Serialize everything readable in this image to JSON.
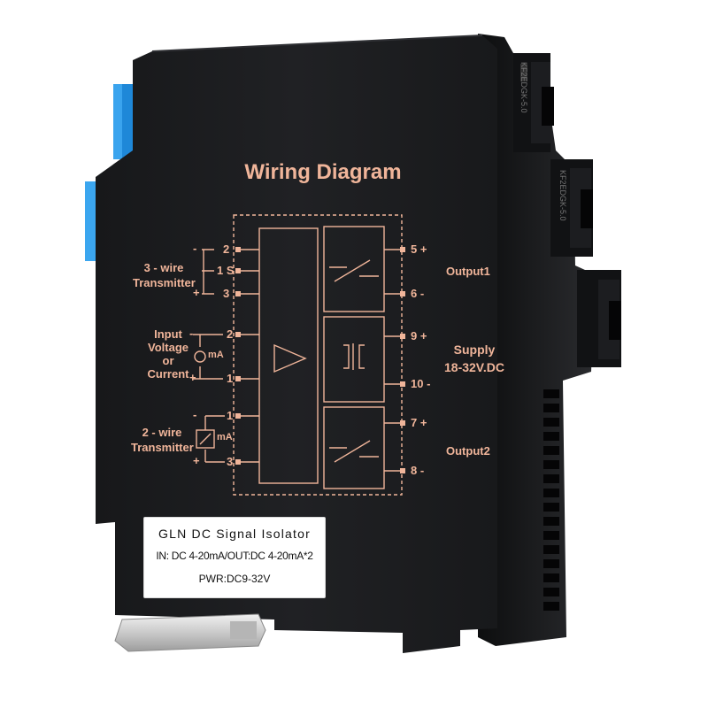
{
  "diagram": {
    "title": "Wiring Diagram",
    "input_groups": {
      "three_wire": {
        "label_line1": "3 - wire",
        "label_line2": "Transmitter",
        "pins": [
          "2",
          "1 S",
          "3"
        ],
        "signs": [
          "-",
          "+"
        ]
      },
      "voltage_current": {
        "label_line1": "Input",
        "label_line2": "Voltage",
        "label_line3": "or",
        "label_line4": "Current",
        "pins": [
          "2",
          "1"
        ],
        "signs": [
          "-",
          "+"
        ],
        "meter_text": "mA"
      },
      "two_wire": {
        "label_line1": "2 - wire",
        "label_line2": "Transmitter",
        "pins": [
          "1",
          "3"
        ],
        "signs": [
          "-",
          "+"
        ],
        "meter_text": "mA"
      }
    },
    "outputs": {
      "output1": {
        "label": "Output1",
        "pins": [
          "5 +",
          "6 -"
        ]
      },
      "supply": {
        "label_line1": "Supply",
        "label_line2": "18-32V.DC",
        "pins": [
          "9 +",
          "10 -"
        ]
      },
      "output2": {
        "label": "Output2",
        "pins": [
          "7 +",
          "8 -"
        ]
      }
    }
  },
  "product_label": {
    "line1": "GLN DC Signal Isolator",
    "line2": "IN: DC 4-20mA/OUT:DC 4-20mA*2",
    "line3": "PWR:DC9-32V"
  },
  "terminal_markings": {
    "block1": "KF2EDGK-5.0",
    "block2": "KF2EDGK-5.0"
  },
  "colors": {
    "housing": "#1b1c1e",
    "print": "#f0b59a",
    "clip_blue": "#1e88d8",
    "label_bg": "#ffffff"
  }
}
